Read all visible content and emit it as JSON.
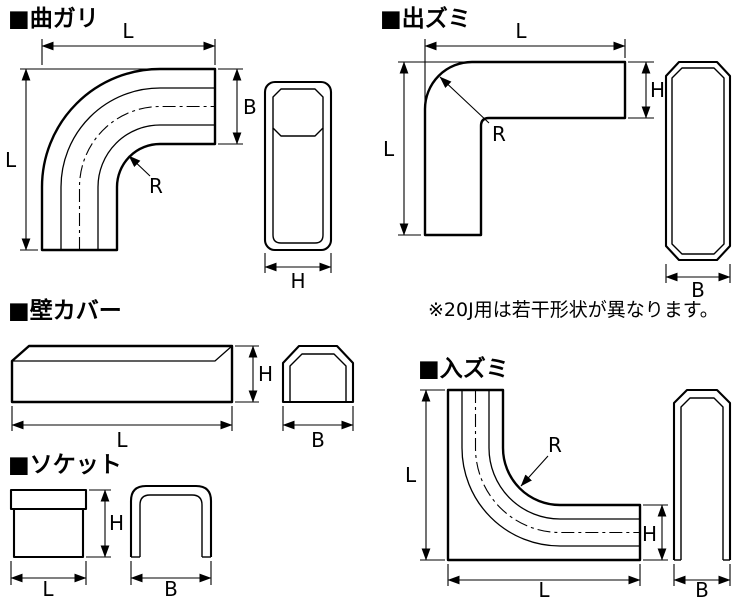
{
  "colors": {
    "ink": "#000000",
    "background": "#ffffff"
  },
  "labels": {
    "L": "L",
    "B": "B",
    "R": "R",
    "H": "H"
  },
  "sections": {
    "magari": {
      "title": "■曲ガリ"
    },
    "dezumi": {
      "title": "■出ズミ"
    },
    "kabe": {
      "title": "■壁カバー"
    },
    "socket": {
      "title": "■ソケット"
    },
    "irizumi": {
      "title": "■入ズミ"
    },
    "note": "※20J用は若干形状が異なります。"
  }
}
